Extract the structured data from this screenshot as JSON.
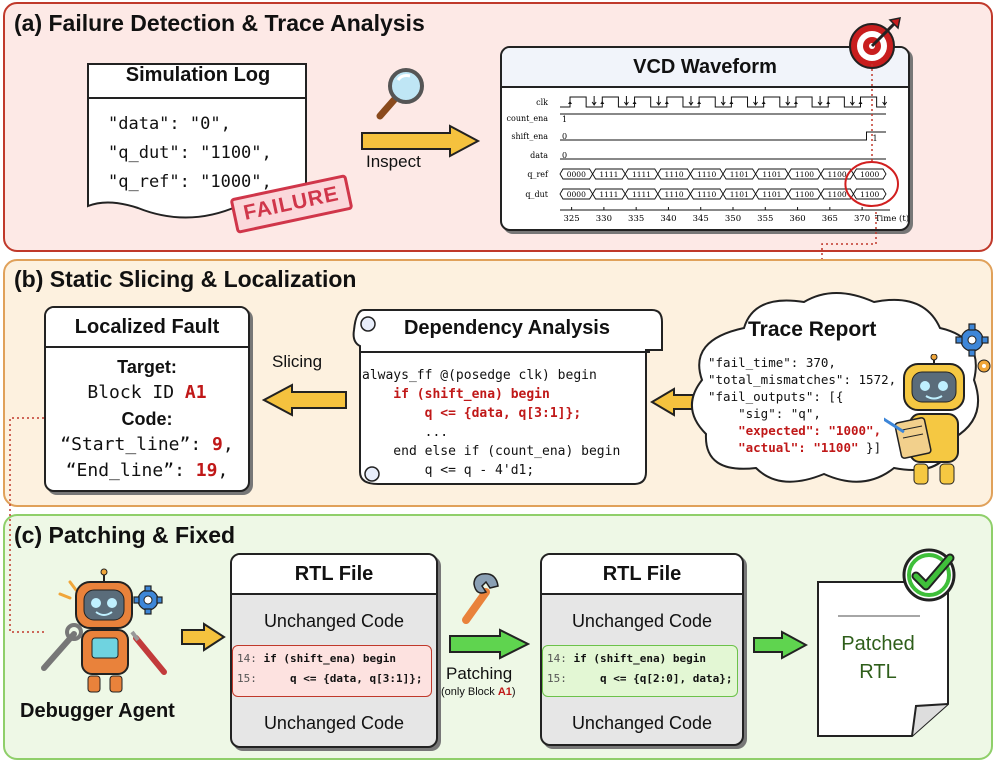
{
  "panels": {
    "a": {
      "title": "(a) Failure Detection & Trace Analysis"
    },
    "b": {
      "title": "(b) Static Slicing & Localization"
    },
    "c": {
      "title": "(c) Patching & Fixed"
    }
  },
  "sim_log": {
    "title": "Simulation Log",
    "lines": [
      "\"data\": \"0\",",
      "\"q_dut\": \"1100\",",
      "\"q_ref\": \"1000\","
    ],
    "stamp": "FAILURE"
  },
  "inspect_label": "Inspect",
  "vcd": {
    "title": "VCD Waveform",
    "signals": [
      "clk",
      "count_ena",
      "shift_ena",
      "data",
      "q_ref",
      "q_dut"
    ],
    "count_ena_val": "1",
    "shift_ena_val0": "0",
    "shift_ena_val1": "1",
    "data_val": "0",
    "q_ref_vals": [
      "0000",
      "1111",
      "1111",
      "1110",
      "1110",
      "1101",
      "1101",
      "1100",
      "1100",
      "1000"
    ],
    "q_dut_vals": [
      "0000",
      "1111",
      "1111",
      "1110",
      "1110",
      "1101",
      "1101",
      "1100",
      "1100",
      "1100"
    ],
    "time_ticks": [
      "325",
      "330",
      "335",
      "340",
      "345",
      "350",
      "355",
      "360",
      "365",
      "370"
    ],
    "time_label": "Time (t)"
  },
  "trace": {
    "title": "Trace Report",
    "lines": [
      "\"fail_time\": 370,",
      "\"total_mismatches\": 1572,",
      "\"fail_outputs\": [{",
      "    \"sig\": \"q\","
    ],
    "expected": "    \"expected\": \"1000\",",
    "actual": "    \"actual\": \"1100\"",
    "close": " }]"
  },
  "dependency": {
    "title": "Dependency Analysis",
    "l1": "always_ff @(posedge clk) begin",
    "l2": "    if (shift_ena) begin",
    "l3": "        q <= {data, q[3:1]};",
    "l4": "        ...",
    "l5": "    end else if (count_ena) begin",
    "l6": "        q <= q - 4'd1;"
  },
  "slicing_label": "Slicing",
  "localized": {
    "title": "Localized Fault",
    "target_label": "Target:",
    "block_prefix": "Block ID ",
    "block_id": "A1",
    "code_label": "Code:",
    "start_key": "“Start_line”: ",
    "start_val": "9",
    "start_comma": ",",
    "end_key": "“End_line”: ",
    "end_val": "19",
    "end_comma": ","
  },
  "agent_label": "Debugger Agent",
  "rtl_before": {
    "title": "RTL File",
    "unchanged_top": "Unchanged Code",
    "line14_no": "14:",
    "line14": "if (shift_ena) begin",
    "line15_no": "15:",
    "line15": "    q <= {data, q[3:1]};",
    "unchanged_bottom": "Unchanged Code"
  },
  "patching": {
    "label": "Patching",
    "note_prefix": "(only Block ",
    "note_block": "A1",
    "note_suffix": ")"
  },
  "rtl_after": {
    "title": "RTL File",
    "unchanged_top": "Unchanged Code",
    "line14_no": "14:",
    "line14": "if (shift_ena) begin",
    "line15_no": "15:",
    "line15": "    q <= {q[2:0], data};",
    "unchanged_bottom": "Unchanged Code"
  },
  "patched": {
    "line1": "Patched",
    "line2": "RTL"
  },
  "colors": {
    "panel_a_bg": "#fde9e6",
    "panel_a_border": "#c0392b",
    "panel_b_bg": "#fdf1df",
    "panel_b_border": "#e0a15a",
    "panel_c_bg": "#eef8e6",
    "panel_c_border": "#8fcf6a",
    "arrow_yellow": "#f5c23e",
    "arrow_green": "#5fd44f",
    "fault_red": "#c01818",
    "patched_green": "#2e5e1a"
  }
}
